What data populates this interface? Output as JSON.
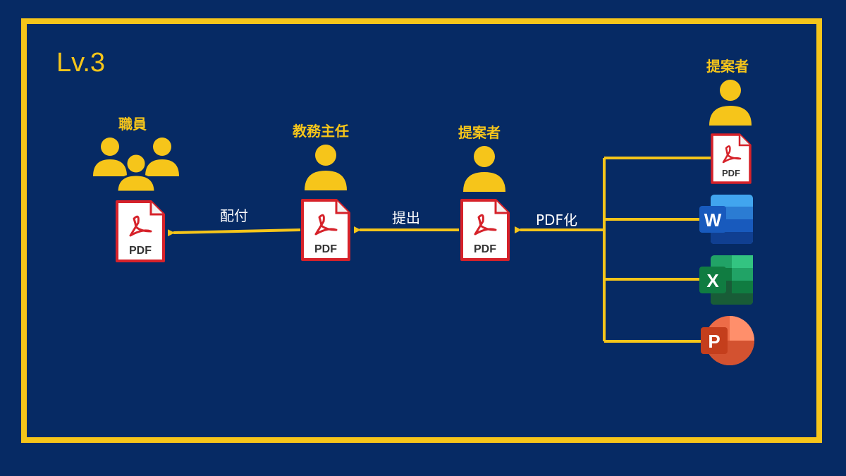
{
  "level": "Lv.3",
  "roles": {
    "staff": "職員",
    "chief": "教務主任",
    "proposer_mid": "提案者",
    "proposer_right": "提案者"
  },
  "edges": {
    "distribute": "配付",
    "submit": "提出",
    "convert": "PDF化"
  },
  "pdf_label": "PDF",
  "app_letters": {
    "word": "W",
    "excel": "X",
    "powerpoint": "P"
  },
  "colors": {
    "background": "#062a64",
    "accent": "#f6c51a",
    "pdf_red": "#d6222a",
    "word": "#185abd",
    "excel": "#107c41",
    "powerpoint": "#c43e1c"
  },
  "icons": [
    "group-icon",
    "person-icon",
    "pdf-icon",
    "word-icon",
    "excel-icon",
    "powerpoint-icon"
  ]
}
